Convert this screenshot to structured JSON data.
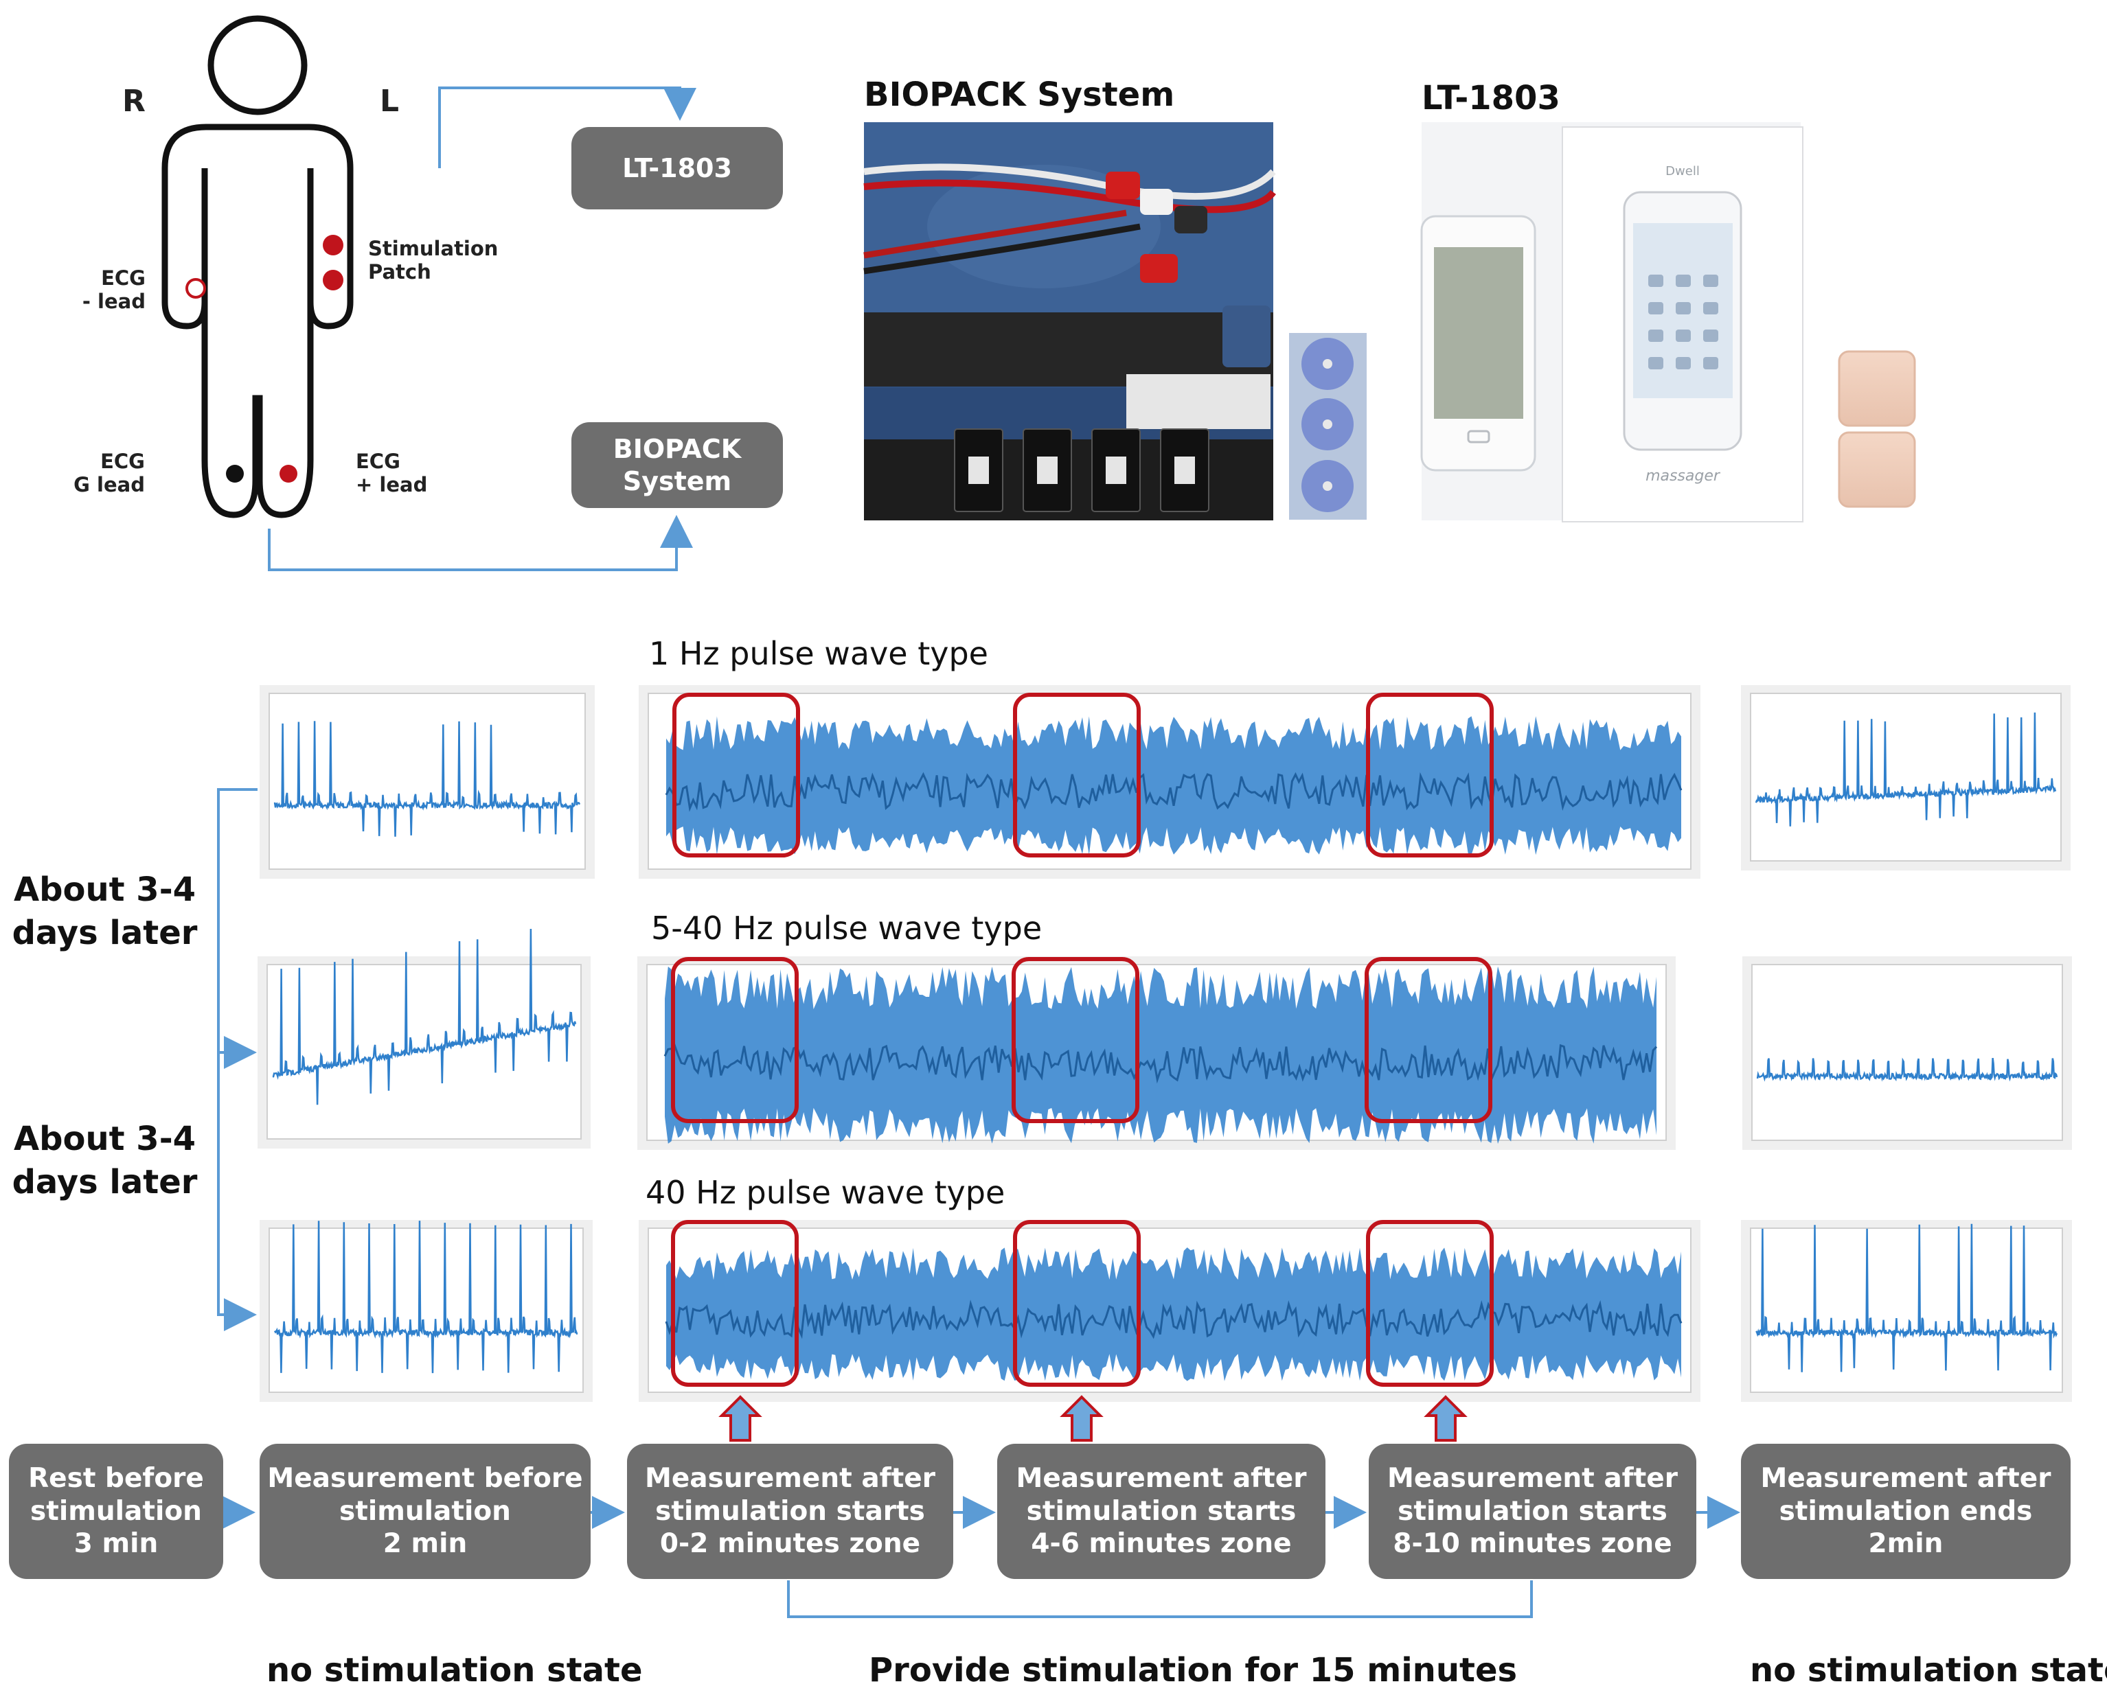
{
  "setup": {
    "side_right": "R",
    "side_left": "L",
    "ecg_minus": [
      "ECG",
      "- lead"
    ],
    "stimulation_patch": [
      "Stimulation",
      "Patch"
    ],
    "ecg_g": [
      "ECG",
      "G lead"
    ],
    "ecg_plus": [
      "ECG",
      "+ lead"
    ],
    "device_lt": "LT-1803",
    "device_biopack": [
      "BIOPACK",
      "System"
    ]
  },
  "photos": {
    "biopack_title": "BIOPACK System",
    "lt_title": "LT-1803",
    "massager_brand": "Dwell",
    "massager_text": "massager"
  },
  "colors": {
    "signal": "#2f80cc",
    "highlight": "#c0141c",
    "connector": "#5b9bd5",
    "box": "#6e6e6e",
    "arrow_fill": "#6fa8dc"
  },
  "waves": {
    "row1_title": "1 Hz pulse wave type",
    "row2_title": "5-40 Hz pulse wave type",
    "row3_title": "40 Hz pulse wave type",
    "interval_label_1": [
      "About 3-4",
      "days later"
    ],
    "interval_label_2": [
      "About 3-4",
      "days later"
    ]
  },
  "flow": {
    "step1": [
      "Rest before",
      "stimulation",
      "3 min"
    ],
    "step2": [
      "Measurement before",
      "stimulation",
      "2 min"
    ],
    "step3": [
      "Measurement after",
      "stimulation starts",
      "0-2 minutes zone"
    ],
    "step4": [
      "Measurement after",
      "stimulation starts",
      "4-6 minutes zone"
    ],
    "step5": [
      "Measurement after",
      "stimulation starts",
      "8-10 minutes zone"
    ],
    "step6": [
      "Measurement after",
      "stimulation ends",
      "2min"
    ]
  },
  "states": {
    "pre": "no stimulation state",
    "during": "Provide stimulation for 15 minutes",
    "post": "no stimulation state"
  }
}
